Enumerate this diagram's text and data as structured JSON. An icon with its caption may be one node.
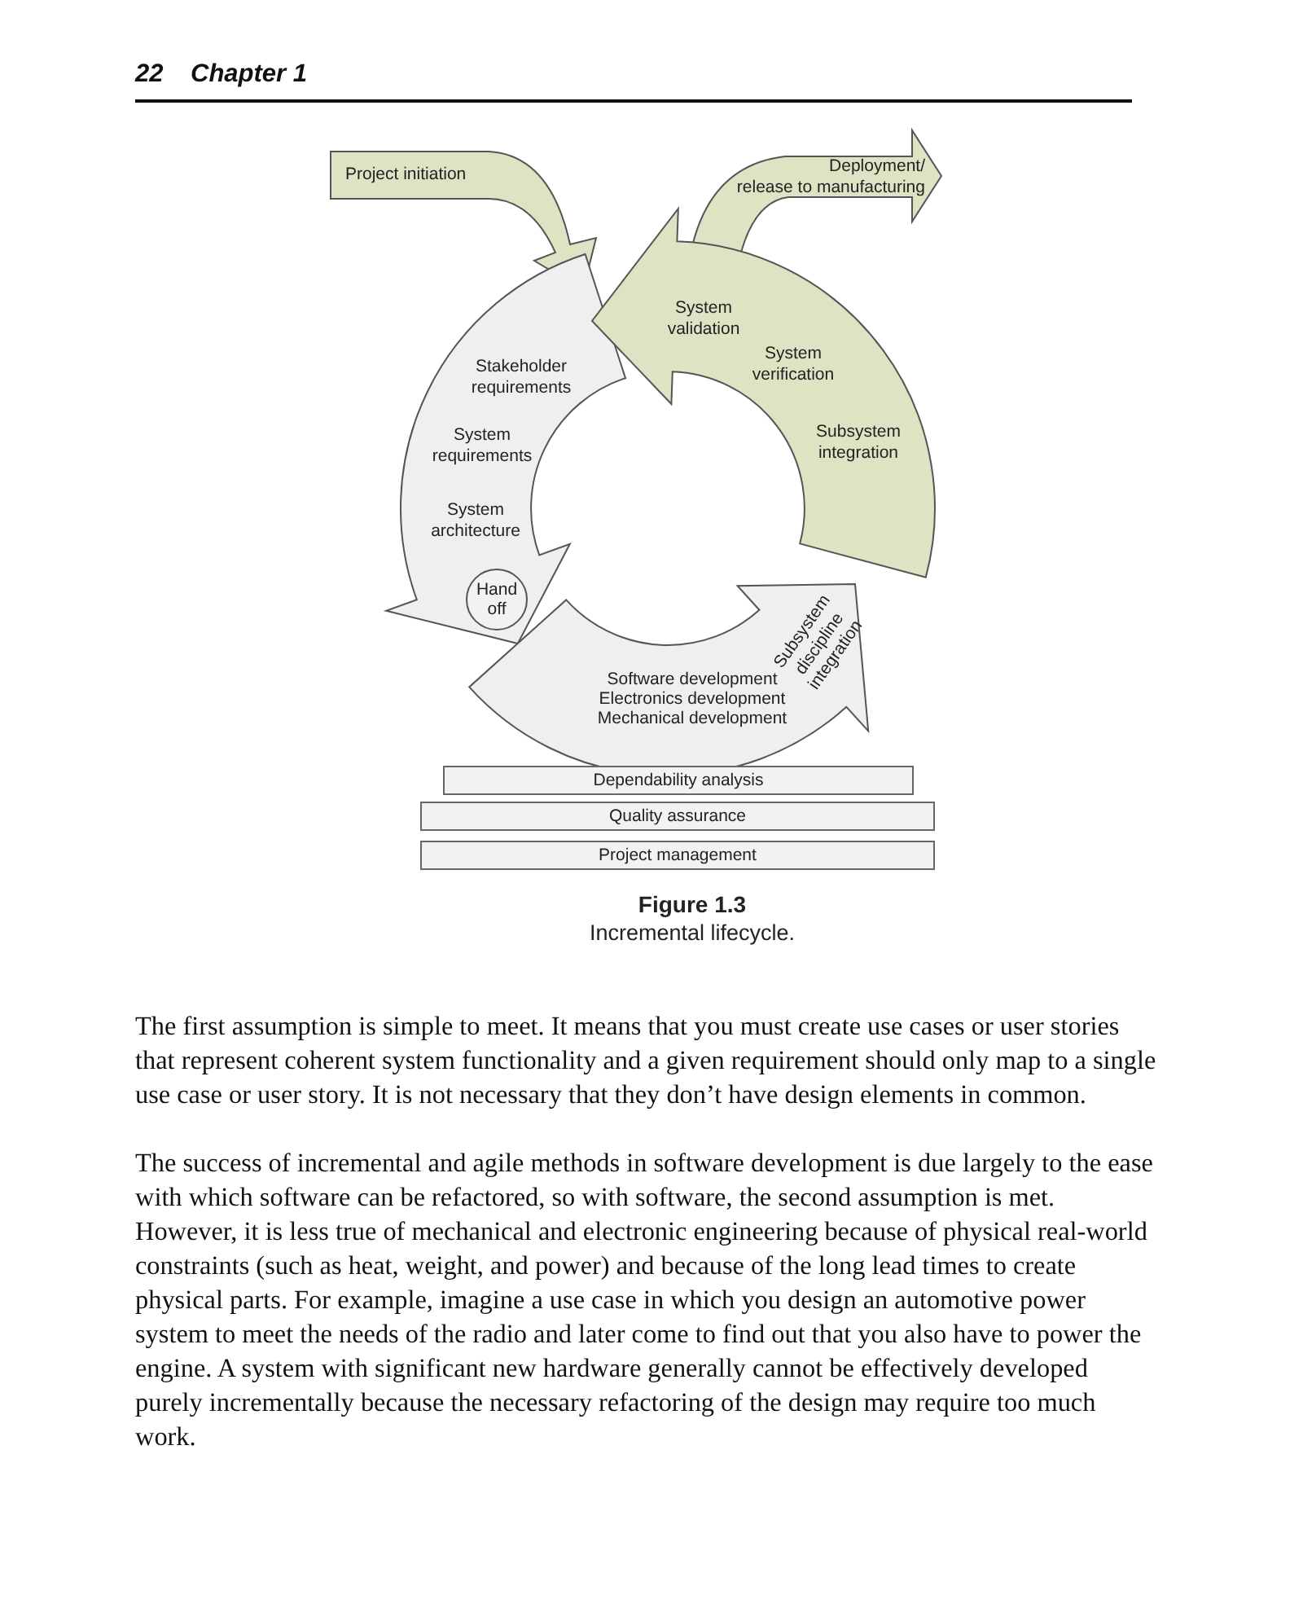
{
  "diagram": {
    "title": "Figure 1.3",
    "caption": "Incremental lifecycle.",
    "nodes": [
      {
        "text": [
          "Project initiation"
        ]
      },
      {
        "text": [
          "Deployment/ release to manufacturing"
        ]
      },
      {
        "text": [
          "Stakeholder requirements",
          "System requirements",
          "System architecture"
        ]
      },
      {
        "text": [
          "Hand off"
        ],
        "in": 2
      },
      {
        "text": [
          "Software development",
          "Electronics development",
          "Mechanical development",
          "Subsystem discipline integration"
        ]
      },
      {
        "text": [
          "System validation",
          "System verification",
          "Subsystem integration"
        ]
      },
      {
        "text": [
          "Dependability analysis"
        ]
      },
      {
        "text": [
          "Quality assurance"
        ]
      },
      {
        "text": [
          "Project management"
        ]
      }
    ],
    "labels": [
      "22",
      "Chapter 1",
      "The first assumption is simple to meet. It means that you must create use cases or user stories that represent coherent system functionality and a given requirement should only map to a single use case or user story. It is not necessary that they don’t have design elements in common.",
      "The success of incremental and agile methods in software development is due largely to the ease with which software can be refactored, so with software, the second assumption is met. However, it is less true of mechanical and electronic engineering because of physical real-world constraints (such as heat, weight, and power) and because of the long lead times to create physical parts. For example, imagine a use case in which you design an automotive power system to meet the needs of the radio and later come to find out that you also have to power the engine. A system with significant new hardware generally cannot be effectively developed purely incrementally because the necessary refactoring of the design may require too much work."
    ]
  }
}
